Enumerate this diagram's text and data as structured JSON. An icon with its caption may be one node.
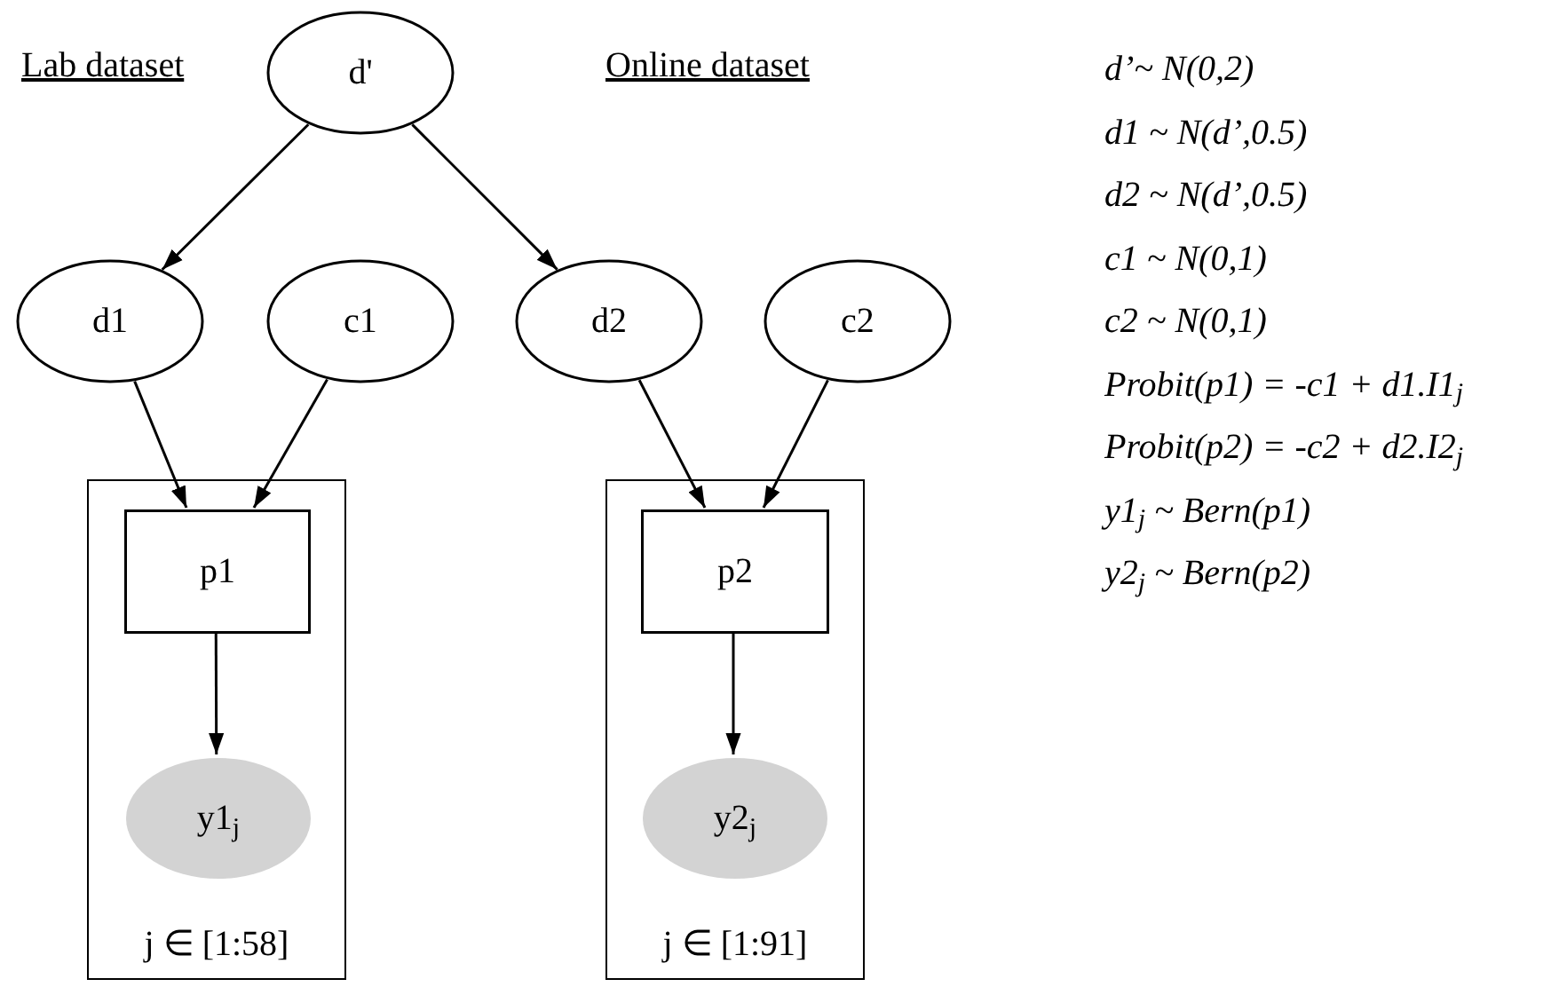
{
  "diagram": {
    "nodes": [
      {
        "text": [
          "d'"
        ]
      },
      {
        "text": [
          "d1"
        ]
      },
      {
        "text": [
          "c1"
        ]
      },
      {
        "text": [
          "d2"
        ]
      },
      {
        "text": [
          "c2"
        ]
      },
      {
        "text": [
          "j ∈ [1:58]"
        ]
      },
      {
        "text": [
          "p1"
        ],
        "in": 5
      },
      {
        "text": [
          "y1$_{j}$"
        ],
        "in": 5
      },
      {
        "text": [
          "j ∈ [1:91]"
        ]
      },
      {
        "text": [
          "p2"
        ],
        "in": 8
      },
      {
        "text": [
          "y2$_{j}$"
        ],
        "in": 8
      }
    ],
    "edges": [
      {
        "from": 0,
        "to": 1,
        "arrow": "to"
      },
      {
        "from": 0,
        "to": 3,
        "arrow": "to"
      },
      {
        "from": 1,
        "to": 6,
        "arrow": "to"
      },
      {
        "from": 2,
        "to": 6,
        "arrow": "to"
      },
      {
        "from": 6,
        "to": 7,
        "arrow": "to"
      },
      {
        "from": 3,
        "to": 9,
        "arrow": "to"
      },
      {
        "from": 4,
        "to": 9,
        "arrow": "to"
      },
      {
        "from": 9,
        "to": 10,
        "arrow": "to"
      }
    ],
    "labels": [
      "Lab dataset",
      "Online dataset",
      "d’~ N(0,2)",
      "d1 ~ N(d’,0.5)",
      "d2 ~ N(d’,0.5)",
      "c1 ~ N(0,1)",
      "c2 ~ N(0,1)",
      "Probit(p1) = -c1 + d1.I1$_{j}$",
      "Probit(p2) = -c2 + d2.I2$_{j}$",
      "y1$_{j}$ ~ Bern(p1)",
      "y2$_{j}$ ~ Bern(p2)"
    ]
  }
}
